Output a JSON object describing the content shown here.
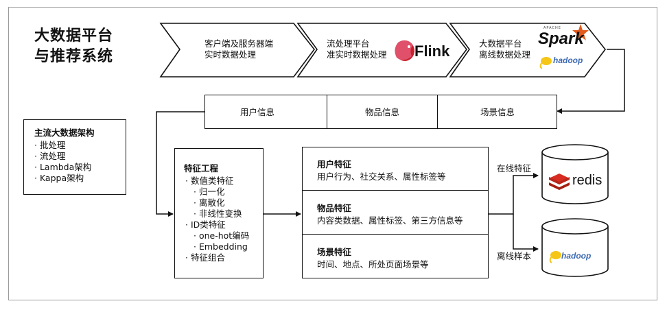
{
  "title": {
    "line1": "大数据平台",
    "line2": "与推荐系统"
  },
  "top_flow": [
    {
      "line1": "客户端及服务器端",
      "line2": "实时数据处理"
    },
    {
      "line1": "流处理平台",
      "line2": "准实时数据处理",
      "logo": "Flink"
    },
    {
      "line1": "大数据平台",
      "line2": "离线数据处理",
      "logo": "Spark",
      "logo_small": "APACHE",
      "logo2": "hadoop"
    }
  ],
  "info_boxes": [
    "用户信息",
    "物品信息",
    "场景信息"
  ],
  "mainstream": {
    "title": "主流大数据架构",
    "items": [
      "· 批处理",
      "· 流处理",
      "· Lambda架构",
      "· Kappa架构"
    ]
  },
  "feature_engineering": {
    "title": "特征工程",
    "lines": [
      "· 数值类特征",
      "· 归一化",
      "· 离散化",
      "· 非线性变换",
      "· ID类特征",
      "· one-hot编码",
      "· Embedding",
      "· 特征组合"
    ]
  },
  "features": [
    {
      "title": "用户特征",
      "desc": "用户行为、社交关系、属性标签等"
    },
    {
      "title": "物品特征",
      "desc": "内容类数据、属性标签、第三方信息等"
    },
    {
      "title": "场景特征",
      "desc": "时间、地点、所处页面场景等"
    }
  ],
  "storage": {
    "online_label": "在线特征",
    "offline_label": "离线样本",
    "redis": "redis",
    "hadoop": "hadoop"
  },
  "colors": {
    "spark_orange": "#e25a1c",
    "flink_red": "#c8222f",
    "redis_red": "#d82c20",
    "hadoop_yellow": "#f5c518",
    "hadoop_blue": "#3e6ab3"
  }
}
